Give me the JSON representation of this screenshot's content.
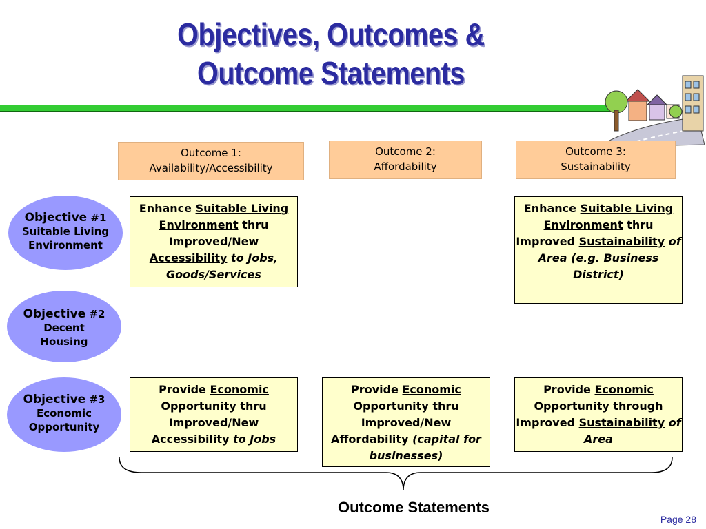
{
  "title": {
    "line1": "Objectives, Outcomes &",
    "line2": "Outcome Statements"
  },
  "outcomes": [
    {
      "line1": "Outcome 1:",
      "line2": "Availability/Accessibility"
    },
    {
      "line1": "Outcome 2:",
      "line2": "Affordability"
    },
    {
      "line1": "Outcome 3:",
      "line2": "Sustainability"
    }
  ],
  "objectives": [
    {
      "label": "Objective",
      "number": "#1",
      "line1": "Suitable Living",
      "line2": "Environment"
    },
    {
      "label": "Objective",
      "number": "#2",
      "line1": "Decent",
      "line2": "Housing"
    },
    {
      "label": "Objective",
      "number": "#3",
      "line1": "Economic",
      "line2": "Opportunity"
    }
  ],
  "statements": {
    "s11": {
      "t1": "Enhance ",
      "u1": "Suitable Living Environment",
      "t2": " thru Improved/New ",
      "u2": "Accessibility",
      "i1": " to Jobs, Goods/Services"
    },
    "s13": {
      "t1": "Enhance ",
      "u1": "Suitable Living Environment",
      "t2": " thru Improved ",
      "u2": "Sustainability",
      "i1": " of Area (e.g. Business District)"
    },
    "s31": {
      "t1": "Provide ",
      "u1": "Economic Opportunity",
      "t2": " thru Improved/New ",
      "u2": "Accessibility",
      "i1": " to Jobs"
    },
    "s32": {
      "t1": "Provide ",
      "u1": "Economic Opportunity",
      "t2": " thru Improved/New ",
      "u2": "Affordability",
      "i1": " (capital for businesses)"
    },
    "s33": {
      "t1": "Provide ",
      "u1": "Economic Opportunity",
      "t2": " through Improved ",
      "u2": "Sustainability",
      "i1": " of Area"
    }
  },
  "footer": {
    "label": "Outcome Statements",
    "page": "Page 28"
  },
  "colors": {
    "title": "#2b2ba0",
    "rule": "#33cc33",
    "outcome_fill": "#ffcc99",
    "objective_fill": "#9999ff",
    "statement_fill": "#ffffcc"
  }
}
